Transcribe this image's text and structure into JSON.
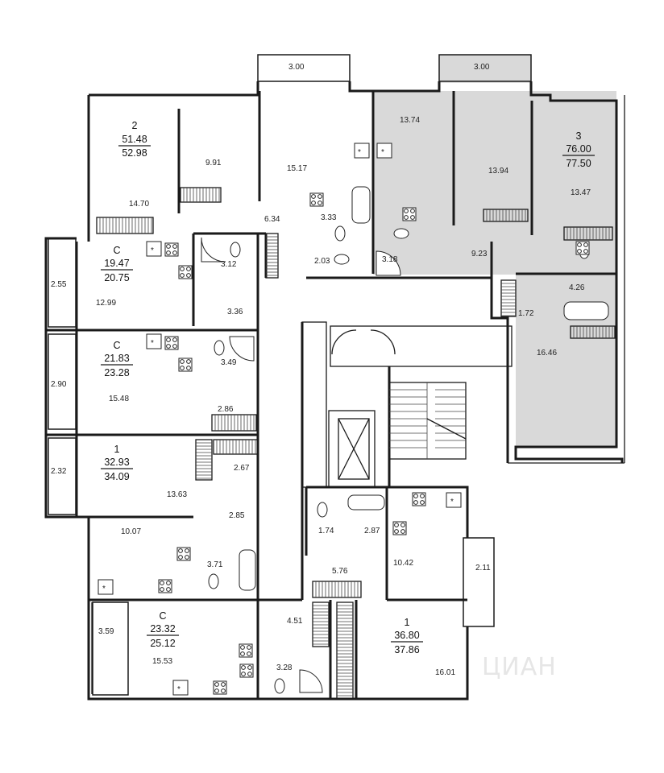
{
  "watermark": "ЦИАН",
  "colors": {
    "selected": "#d9d9d9",
    "wall": "#1a1a1a",
    "background": "#ffffff"
  },
  "apartments": [
    {
      "type": "2",
      "living": "51.48",
      "total": "52.98"
    },
    {
      "type": "3",
      "living": "76.00",
      "total": "77.50"
    },
    {
      "type": "С",
      "living": "19.47",
      "total": "20.75"
    },
    {
      "type": "С",
      "living": "21.83",
      "total": "23.28"
    },
    {
      "type": "1",
      "living": "32.93",
      "total": "34.09"
    },
    {
      "type": "С",
      "living": "23.32",
      "total": "25.12"
    },
    {
      "type": "1",
      "living": "36.80",
      "total": "37.86"
    }
  ],
  "room_areas": [
    "3.00",
    "3.00",
    "13.74",
    "13.94",
    "13.47",
    "9.91",
    "15.17",
    "14.70",
    "6.34",
    "3.33",
    "2.03",
    "3.18",
    "9.23",
    "2.55",
    "3.12",
    "12.99",
    "3.36",
    "4.26",
    "1.72",
    "16.46",
    "3.49",
    "2.90",
    "15.48",
    "2.86",
    "2.32",
    "2.67",
    "13.63",
    "2.85",
    "10.07",
    "3.71",
    "1.74",
    "2.87",
    "5.76",
    "10.42",
    "2.11",
    "3.59",
    "4.51",
    "15.53",
    "3.28",
    "16.01"
  ],
  "icons": {
    "vent": "asterisk-icon",
    "stove": "stove-icon",
    "elevator": "elevator-icon",
    "stairs": "stairs-icon"
  }
}
